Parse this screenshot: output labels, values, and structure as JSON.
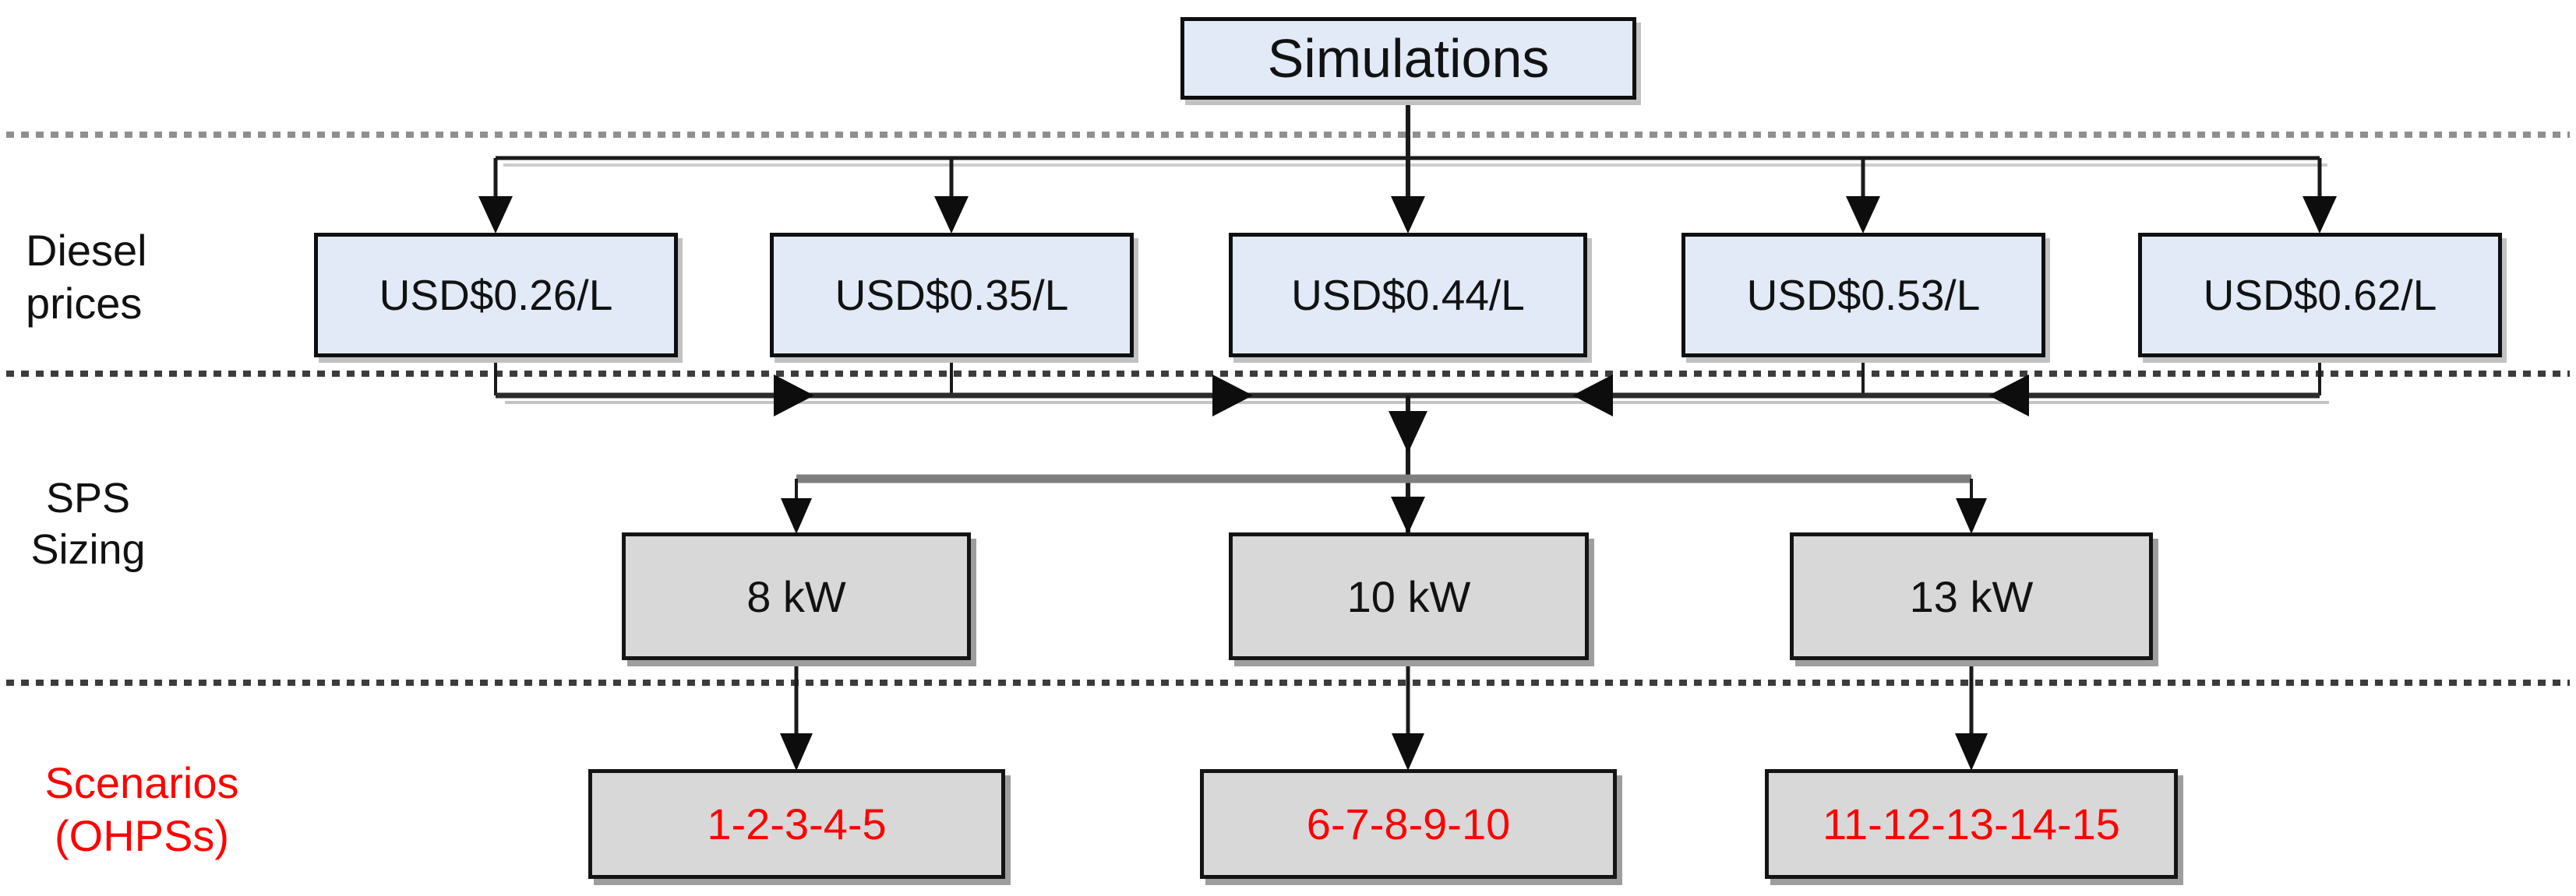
{
  "title_box": {
    "label": "Simulations"
  },
  "row_labels": {
    "diesel": {
      "line1": "Diesel",
      "line2": "prices"
    },
    "sps": {
      "line1": "SPS",
      "line2": "Sizing"
    },
    "scenarios": {
      "line1": "Scenarios",
      "line2": "(OHPSs)"
    }
  },
  "diesel_prices": [
    "USD$0.26/L",
    "USD$0.35/L",
    "USD$0.44/L",
    "USD$0.53/L",
    "USD$0.62/L"
  ],
  "sps_sizing": [
    "8 kW",
    "10 kW",
    "13 kW"
  ],
  "scenarios": [
    "1-2-3-4-5",
    "6-7-8-9-10",
    "11-12-13-14-15"
  ],
  "colors": {
    "box_blue_fill": "#e1eaf6",
    "box_gray_fill": "#d8d8d8",
    "scenario_red": "#ff0000",
    "connector_black": "#1a1a1a",
    "sps_branch_gray": "#7f7f7f",
    "separator_gray": "#8f8f8f"
  }
}
